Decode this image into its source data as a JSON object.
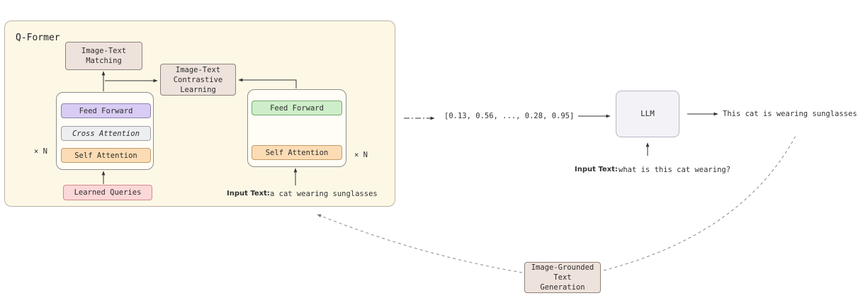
{
  "qformer": {
    "title": "Q-Former",
    "left_stack": {
      "feed_forward": "Feed Forward",
      "cross_attention": "Cross Attention",
      "self_attention": "Self Attention",
      "repeat": "× N"
    },
    "right_stack": {
      "feed_forward": "Feed Forward",
      "self_attention": "Self Attention",
      "repeat": "× N"
    },
    "learned_queries": "Learned Queries",
    "image_text_matching": "Image-Text\nMatching",
    "image_text_contrastive": "Image-Text\nContrastive\nLearning",
    "input_text_label": "Input Text:",
    "input_text_value": "a cat wearing sunglasses"
  },
  "embedding": "[0.13, 0.56, ..., 0.28, 0.95]",
  "llm": {
    "label": "LLM",
    "output": "This cat is wearing sunglasses",
    "input_text_label": "Input Text:",
    "input_text_value": "what is this cat wearing?"
  },
  "grounded": "Image-Grounded\nText\nGeneration",
  "colors": {
    "feed_forward_left": "#d9ccf4",
    "cross_attention": "#eceeef",
    "self_attention": "#fcdcb4",
    "feed_forward_right": "#cdeec9",
    "learned_queries": "#fbd7d8",
    "objective_boxes": "#eee2dc",
    "qformer_bg": "#fdf8e6"
  }
}
